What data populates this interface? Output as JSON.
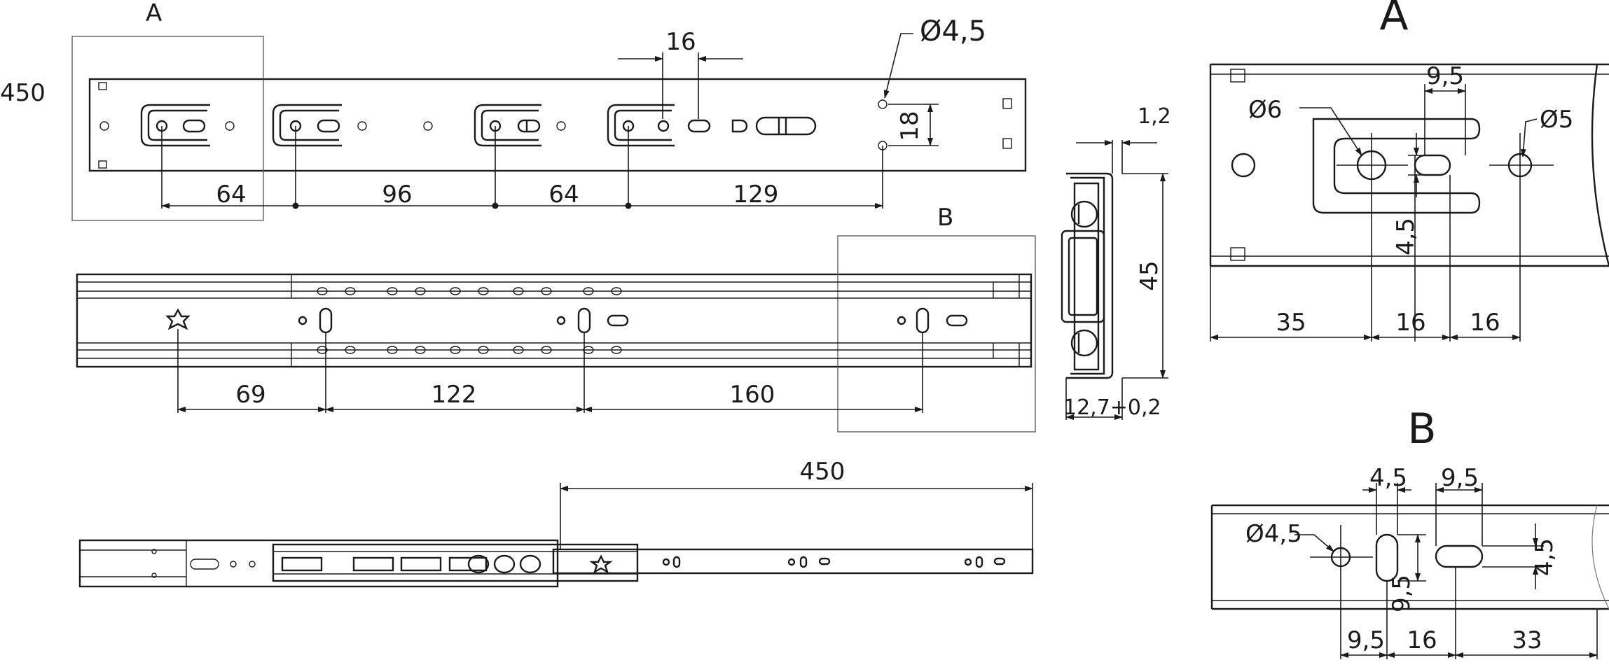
{
  "main_view": {
    "length_label": "450",
    "detail_a_label": "A",
    "hole_dia_label": "Ø4,5",
    "pitch_16_label": "16",
    "gap_18_label": "18",
    "dims": [
      "64",
      "96",
      "64",
      "129"
    ]
  },
  "side_view": {
    "detail_b_label": "B",
    "dims": [
      "69",
      "122",
      "160"
    ]
  },
  "extended_view": {
    "extension_label": "450"
  },
  "section_view": {
    "thickness_label": "1,2",
    "height_label": "45",
    "width_label": "12,7+0,2"
  },
  "detail_a": {
    "title": "A",
    "dia6_label": "Ø6",
    "dia5_label": "Ø5",
    "slot_width_label": "9,5",
    "slot_height_label": "4,5",
    "dims": [
      "35",
      "16",
      "16"
    ]
  },
  "detail_b": {
    "title": "B",
    "dia_label": "Ø4,5",
    "top_dims": [
      "4,5",
      "9,5"
    ],
    "v_dims": [
      "9,5",
      "4,5"
    ],
    "dims": [
      "9,5",
      "16",
      "33"
    ]
  }
}
